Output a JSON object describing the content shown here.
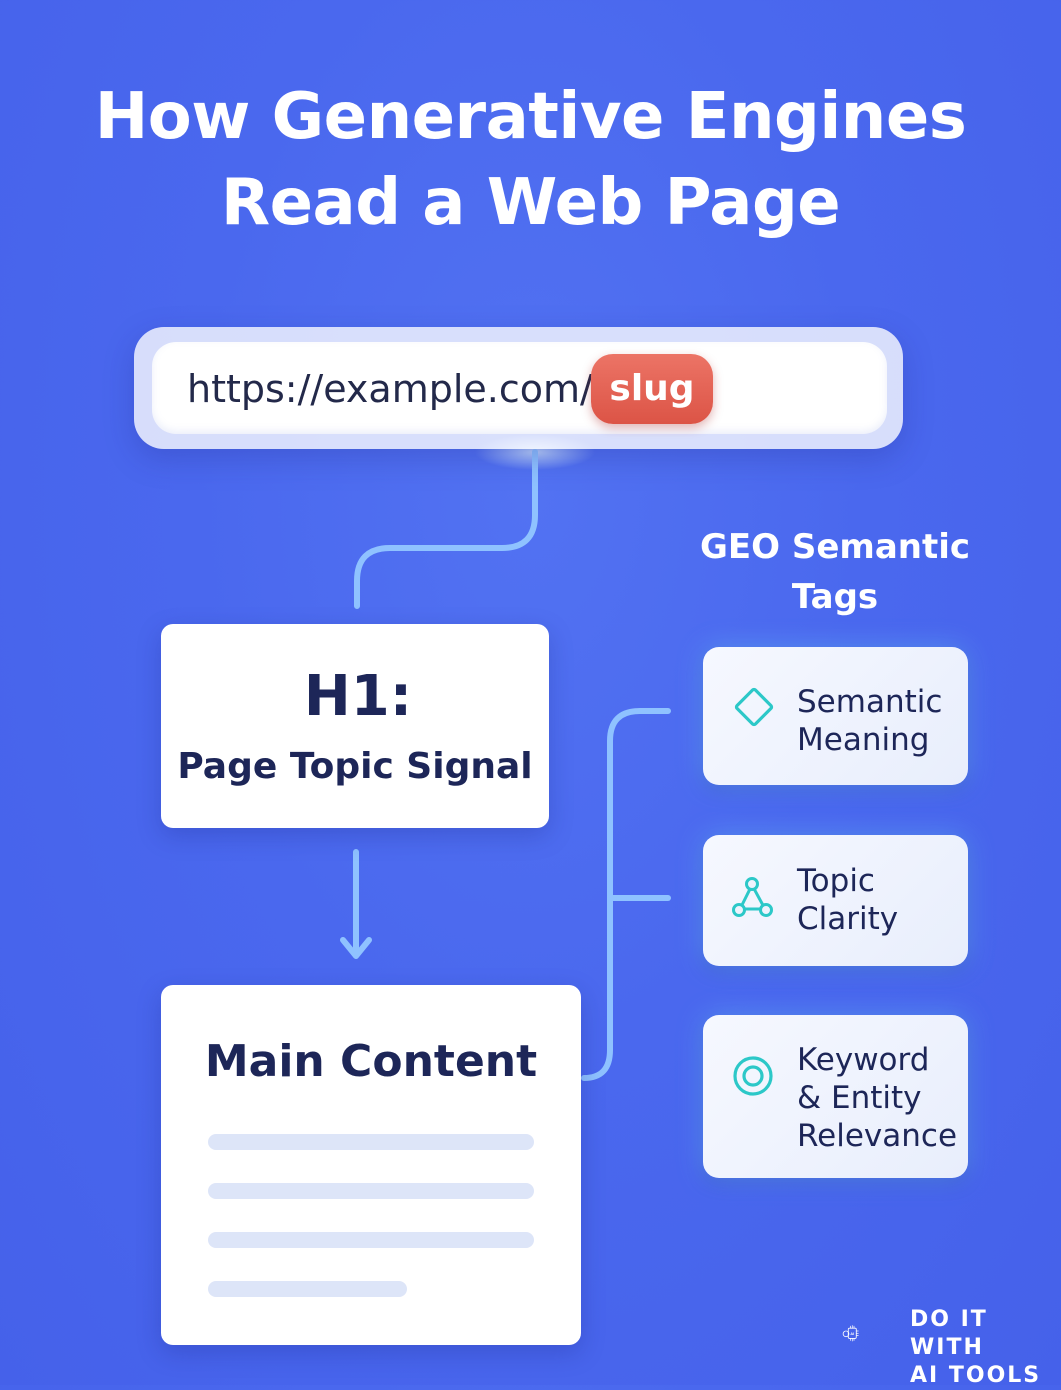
{
  "title": {
    "line1": "How Generative Engines",
    "line2": "Read a Web Page"
  },
  "url_bar": {
    "base": "https://example.com/",
    "slug": "slug"
  },
  "h1_card": {
    "label": "H1:",
    "subtitle": "Page Topic Signal"
  },
  "main_card": {
    "title": "Main Content"
  },
  "geo_tags": {
    "title": "GEO Semantic Tags",
    "items": [
      {
        "lines": [
          "Semantic",
          "Meaning"
        ],
        "icon": "diamond-icon"
      },
      {
        "lines": [
          "Topic",
          "Clarity"
        ],
        "icon": "network-nodes-icon"
      },
      {
        "lines": [
          "Keyword",
          "& Entity",
          "Relevance"
        ],
        "icon": "target-icon"
      }
    ]
  },
  "brand": {
    "line1": "DO IT WITH",
    "line2": "AI TOOLS"
  },
  "colors": {
    "background": "#4a68ee",
    "slug_badge": "#dc5446",
    "dark_text": "#1d2658",
    "icon_teal": "#2cc8c8",
    "connector": "#8fc2ff"
  }
}
